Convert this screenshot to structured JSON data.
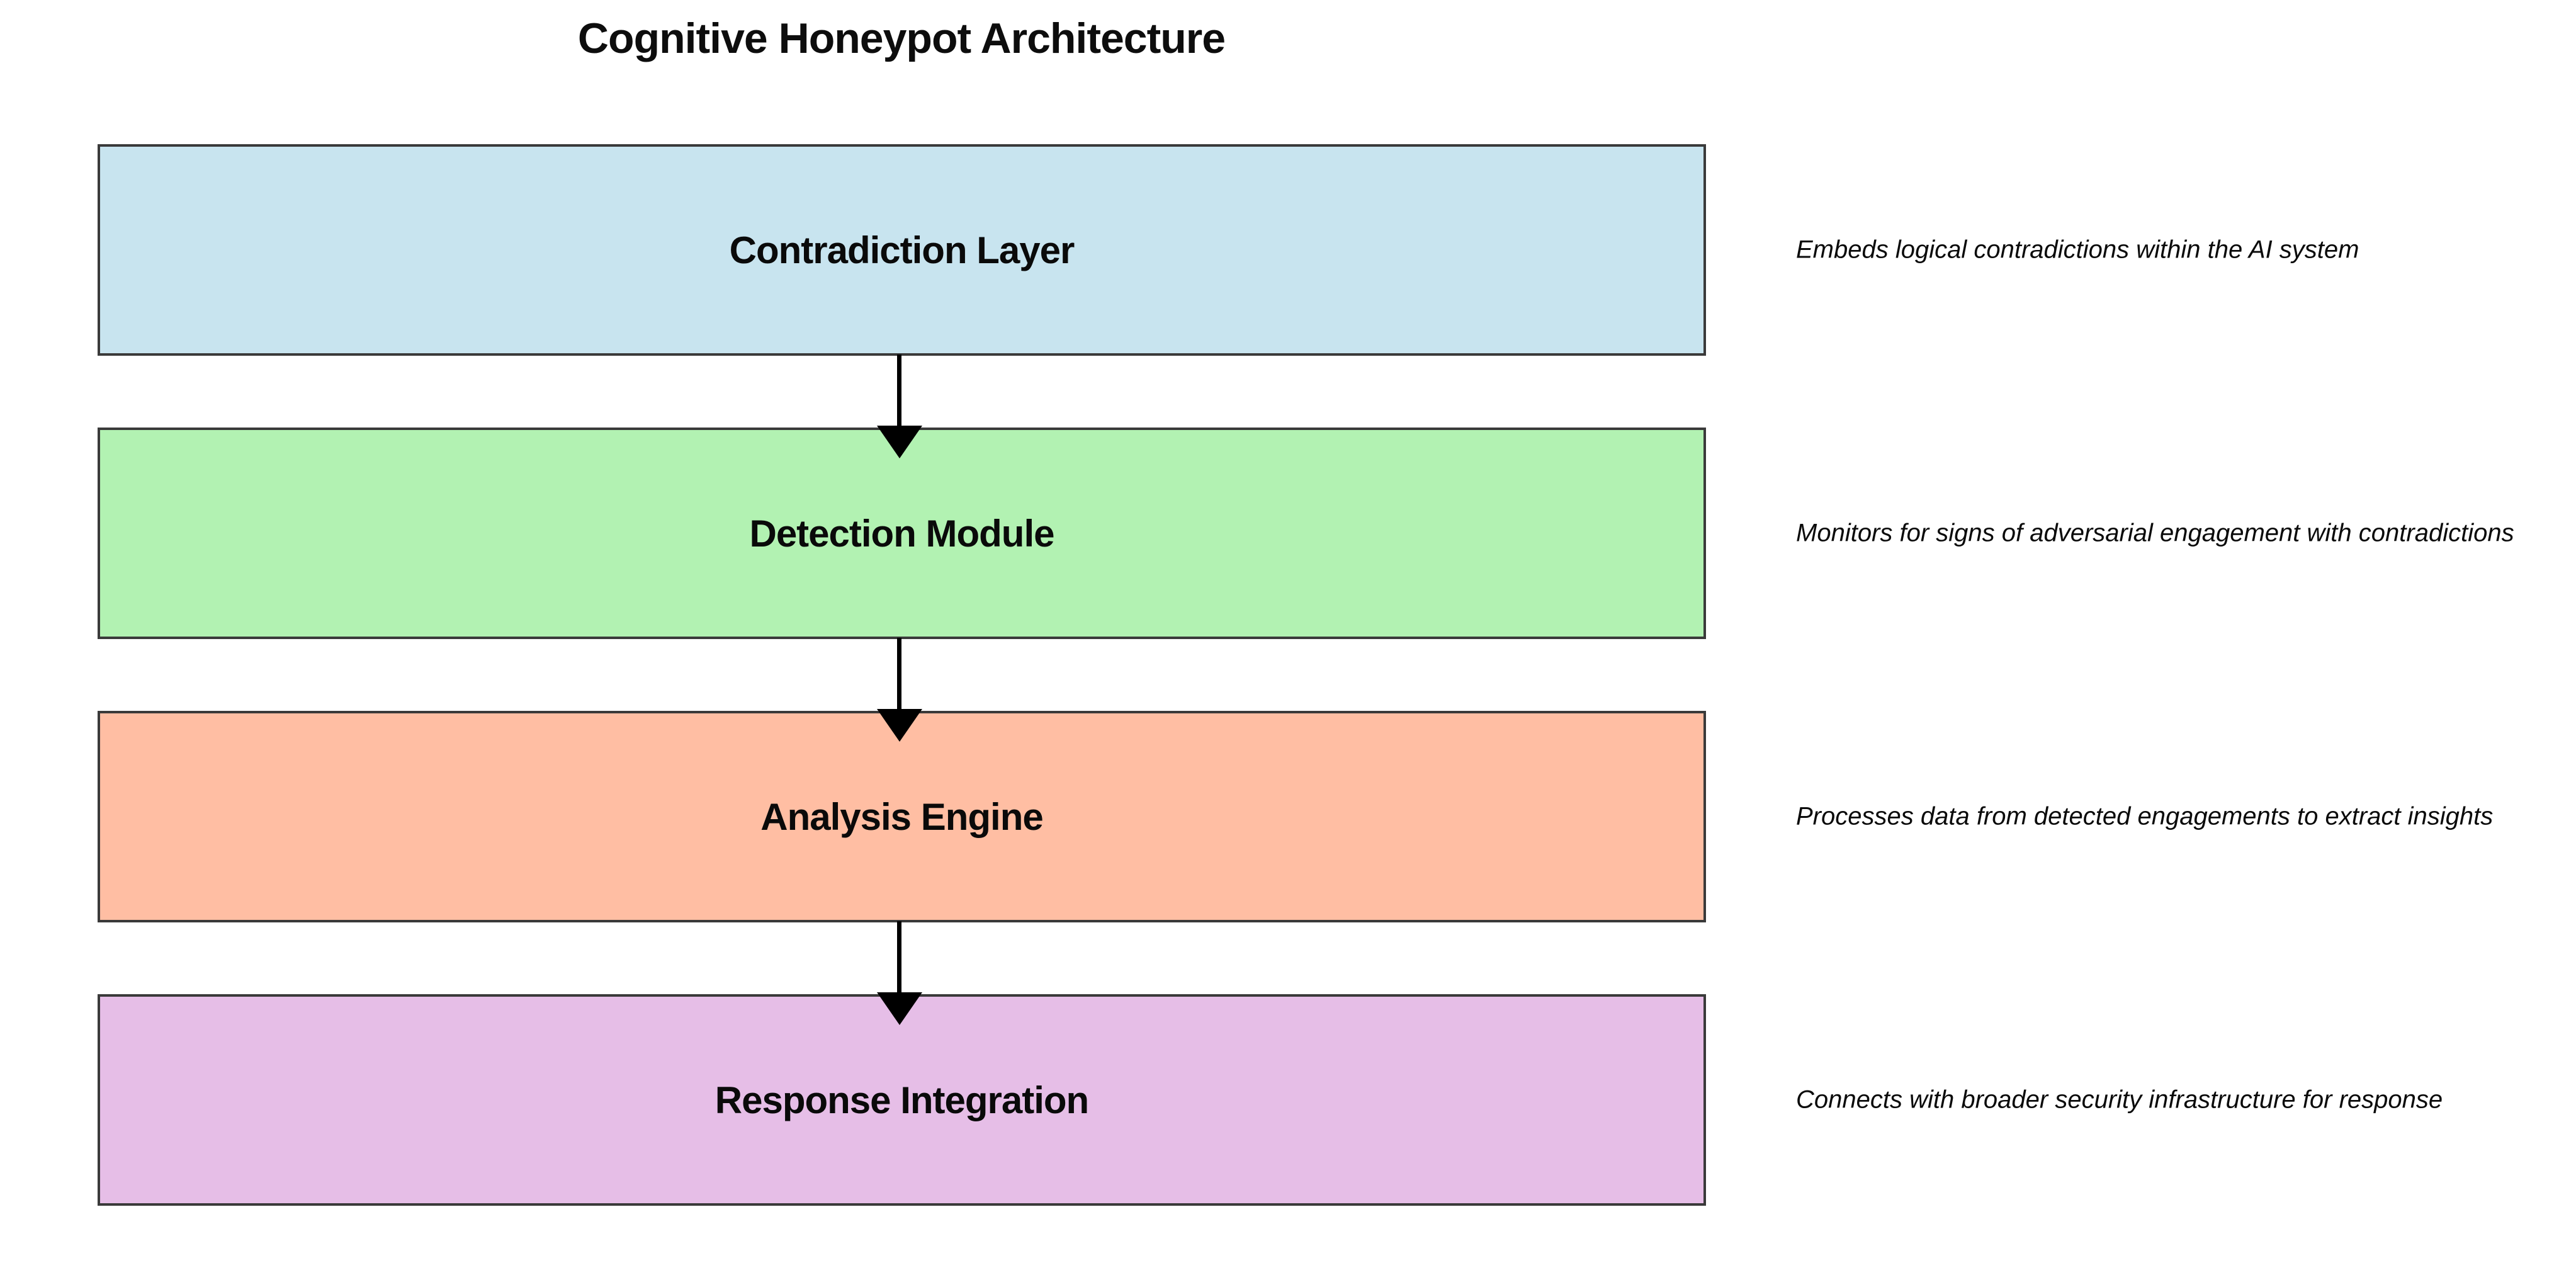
{
  "title": "Cognitive Honeypot Architecture",
  "colors": {
    "background": "#ffffff",
    "box_border": "#3a3a3a",
    "arrow": "#000000",
    "text": "#0a0a0a"
  },
  "arrow_icon": "arrow-down-icon",
  "layers": [
    {
      "label": "Contradiction Layer",
      "description": "Embeds logical contradictions within the AI system",
      "fill": "#C8E4EF"
    },
    {
      "label": "Detection Module",
      "description": "Monitors for signs of adversarial engagement with contradictions",
      "fill": "#B2F2B2"
    },
    {
      "label": "Analysis Engine",
      "description": "Processes data from detected engagements to extract insights",
      "fill": "#FFBEA3"
    },
    {
      "label": "Response Integration",
      "description": "Connects with broader security infrastructure for response",
      "fill": "#E6BEE7"
    }
  ]
}
